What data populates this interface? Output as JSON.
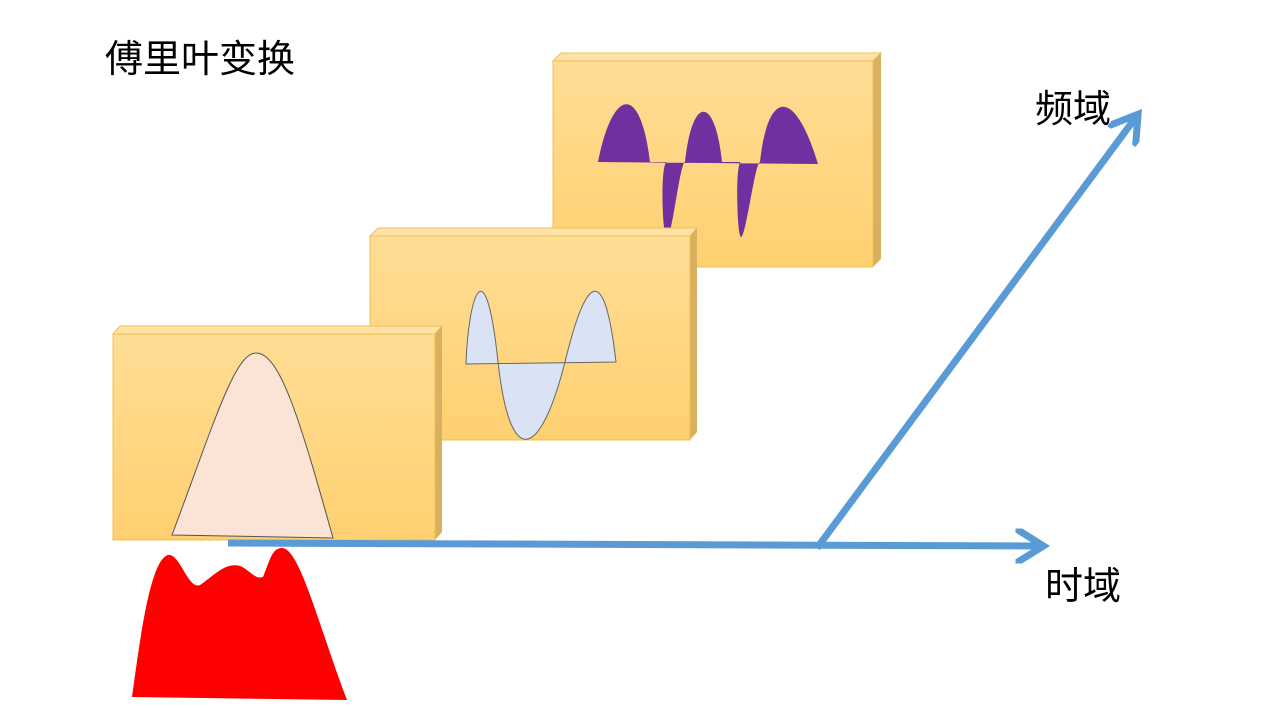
{
  "title": "傅里叶变换",
  "axes": {
    "time_domain": "时域",
    "frequency_domain": "频域"
  },
  "colors": {
    "box": "#ffd680",
    "axis": "#5b9bd5",
    "signal": "#ff0000",
    "wave_low": "#fbe3d6",
    "wave_mid": "#dae3f3",
    "wave_high": "#7030a0"
  }
}
